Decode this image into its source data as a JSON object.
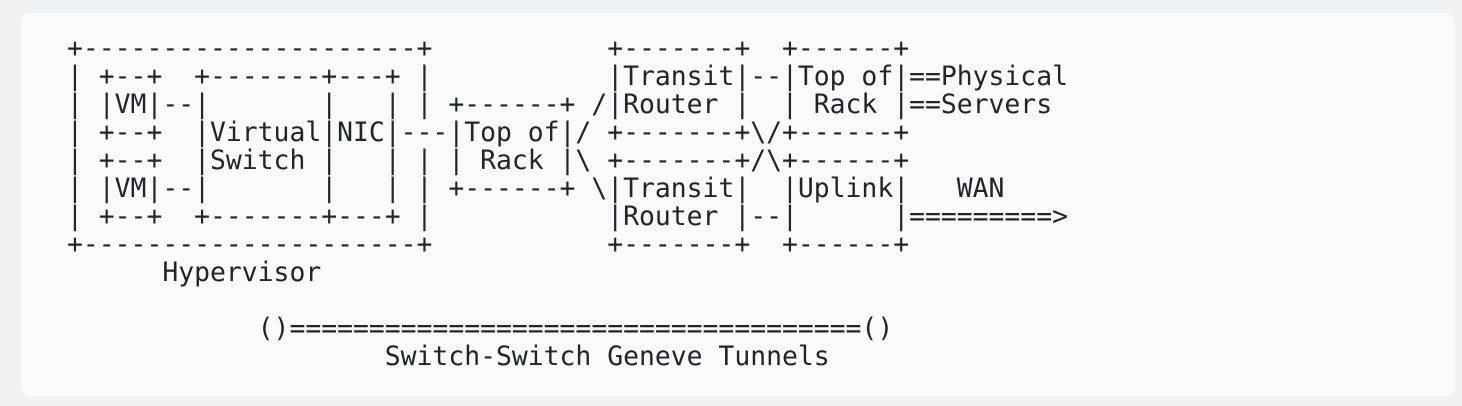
{
  "colors": {
    "page_background": "#f0f1f2",
    "card_background": "#fafafa",
    "text": "#212529"
  },
  "diagram": {
    "ascii_lines": [
      "+---------------------+           +-------+  +------+",
      "| +--+  +-------+---+ |           |Transit|--|Top of|==Physical",
      "| |VM|--|       |   | | +------+ /|Router |  | Rack |==Servers",
      "| +--+  |Virtual|NIC|---|Top of|/ +-------+\\/+------+",
      "| +--+  |Switch |   | | | Rack |\\ +-------+/\\+------+",
      "| |VM|--|       |   | | +------+ \\|Transit|  |Uplink|   WAN",
      "| +--+  +-------+---+ |           |Router |--|      |=========>",
      "+---------------------+           +-------+  +------+",
      "      Hypervisor",
      "",
      "            ()====================================()",
      "                    Switch-Switch Geneve Tunnels"
    ],
    "entities": [
      "VM",
      "VM",
      "Virtual Switch",
      "NIC",
      "Hypervisor",
      "Top of Rack",
      "Top of Rack",
      "Transit Router",
      "Transit Router",
      "Uplink",
      "WAN",
      "Physical Servers",
      "Switch-Switch Geneve Tunnels"
    ]
  }
}
